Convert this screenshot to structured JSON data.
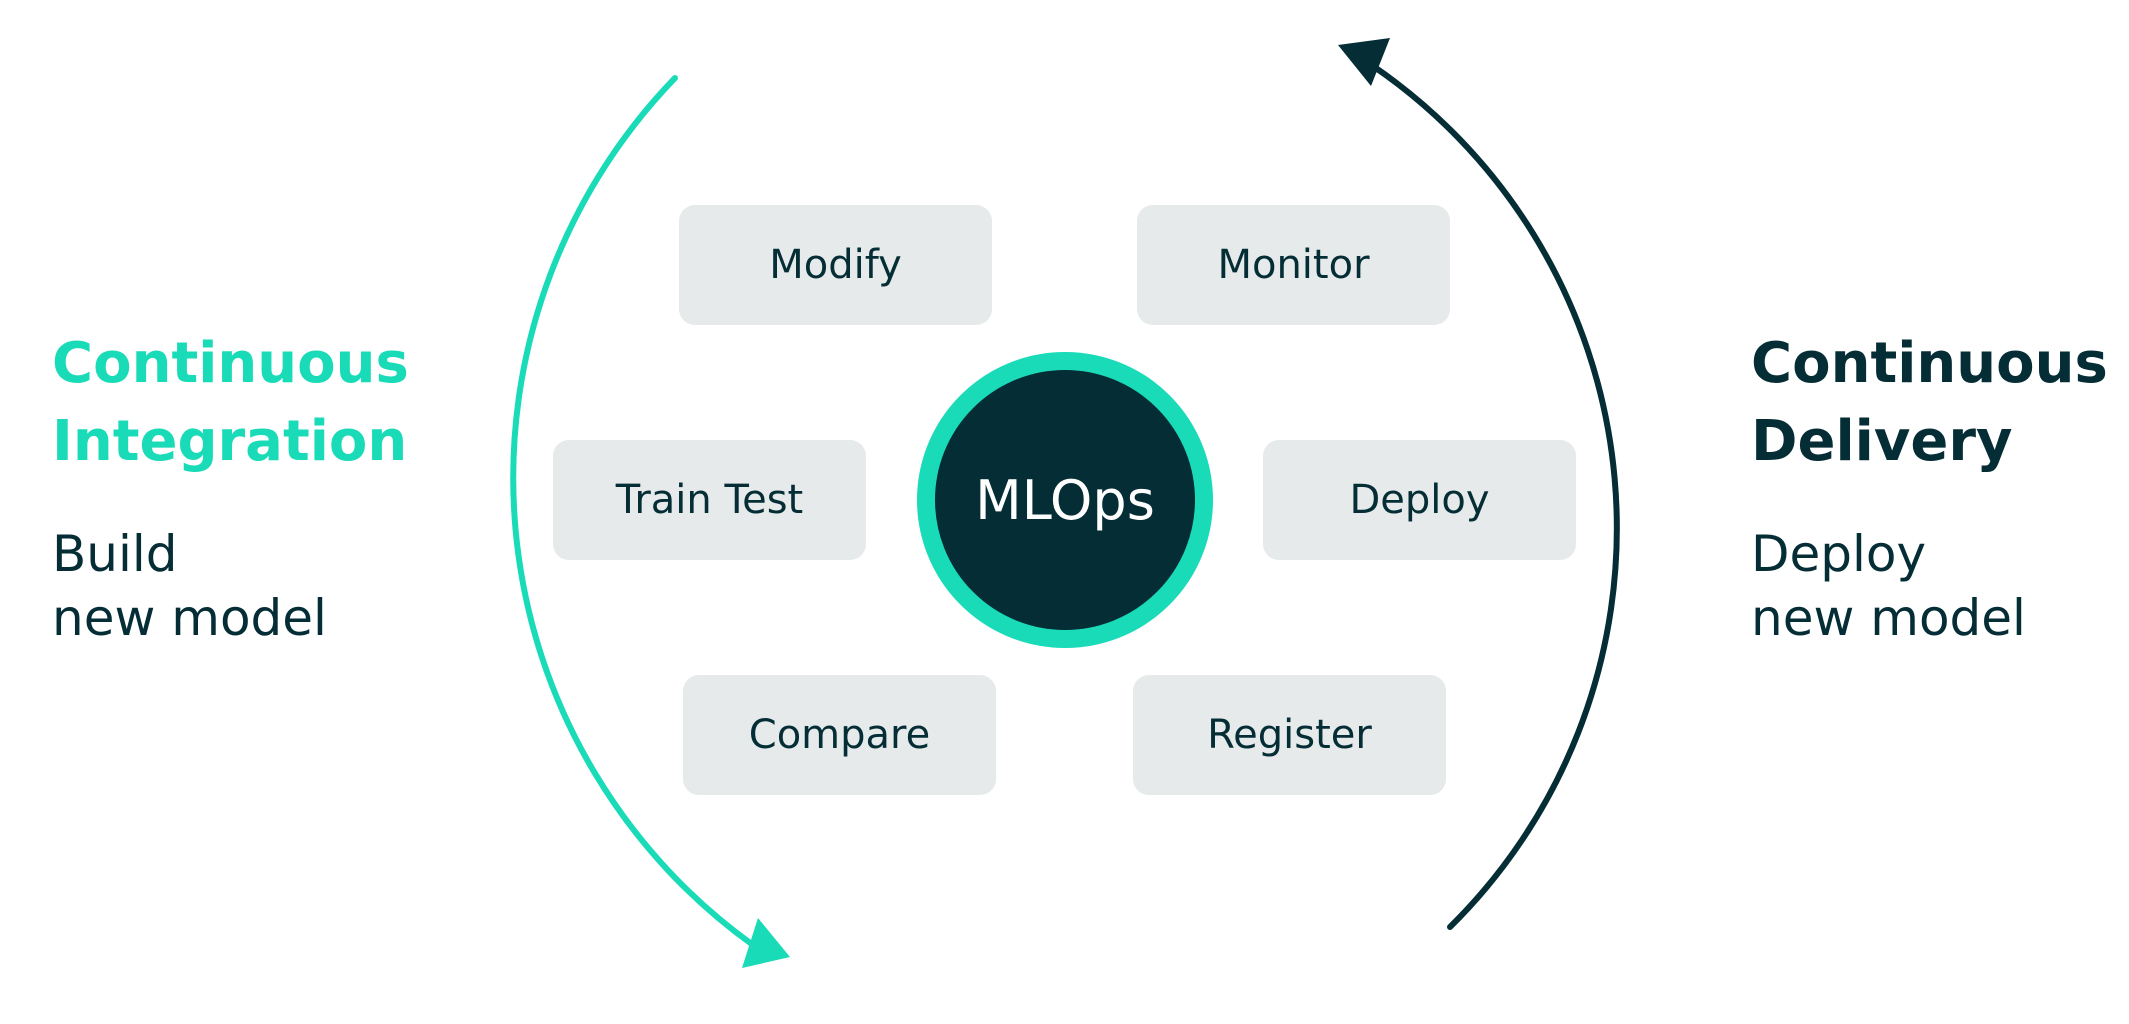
{
  "colors": {
    "teal": "#19dbb8",
    "dark": "#052d35",
    "box_fill": "#e6eaea",
    "background": "#ffffff"
  },
  "continuous_integration": {
    "title_line1": "Continuous",
    "title_line2": "Integration",
    "sub_line1": "Build",
    "sub_line2": "new model"
  },
  "continuous_delivery": {
    "title_line1": "Continuous",
    "title_line2": "Delivery",
    "sub_line1": "Deploy",
    "sub_line2": "new model"
  },
  "hub": {
    "label": "MLOps"
  },
  "steps": {
    "modify": "Modify",
    "monitor": "Monitor",
    "train_test": "Train Test",
    "deploy": "Deploy",
    "compare": "Compare",
    "register": "Register"
  }
}
